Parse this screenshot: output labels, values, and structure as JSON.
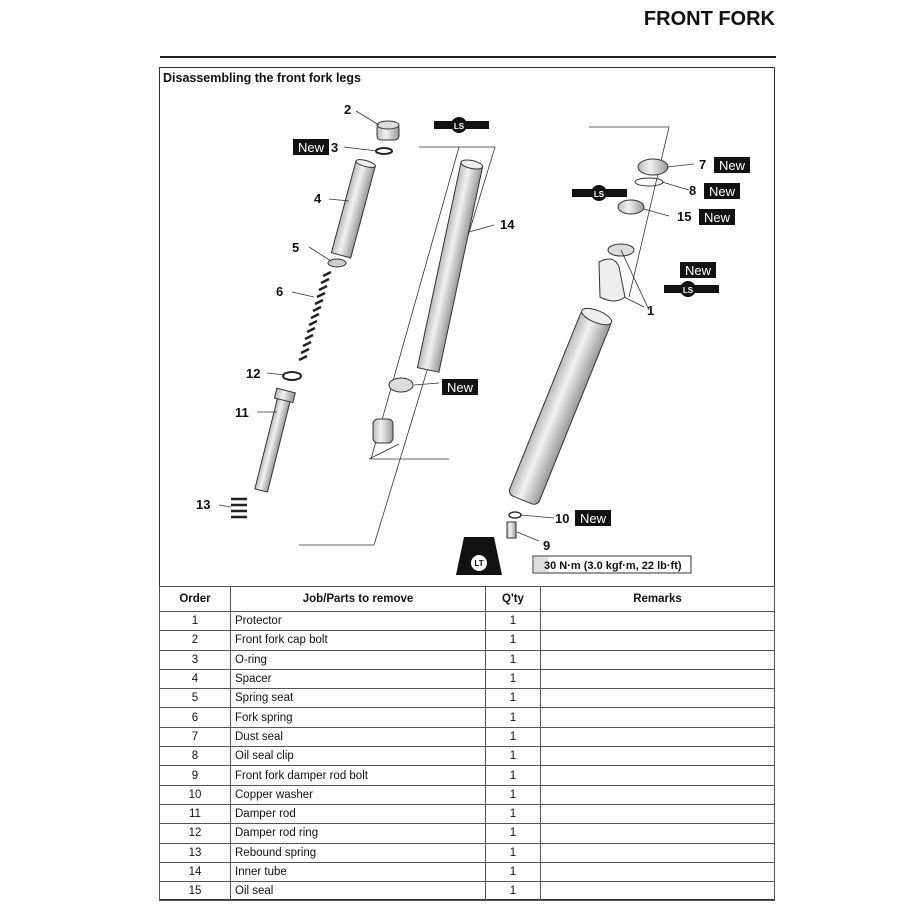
{
  "header": {
    "title": "FRONT FORK"
  },
  "section": {
    "title": "Disassembling the front fork legs"
  },
  "diagram": {
    "callouts": [
      "1",
      "2",
      "3",
      "4",
      "5",
      "6",
      "7",
      "8",
      "9",
      "10",
      "11",
      "12",
      "13",
      "14",
      "15"
    ],
    "new_badge": "New",
    "lubricant_symbol": "LS",
    "locktite_symbol": "LT",
    "torque": "30 N·m (3.0 kgf·m, 22 lb·ft)"
  },
  "table": {
    "headers": [
      "Order",
      "Job/Parts to remove",
      "Q'ty",
      "Remarks"
    ],
    "rows": [
      [
        "1",
        "Protector",
        "1",
        ""
      ],
      [
        "2",
        "Front fork cap bolt",
        "1",
        ""
      ],
      [
        "3",
        "O-ring",
        "1",
        ""
      ],
      [
        "4",
        "Spacer",
        "1",
        ""
      ],
      [
        "5",
        "Spring seat",
        "1",
        ""
      ],
      [
        "6",
        "Fork spring",
        "1",
        ""
      ],
      [
        "7",
        "Dust seal",
        "1",
        ""
      ],
      [
        "8",
        "Oil seal clip",
        "1",
        ""
      ],
      [
        "9",
        "Front fork damper rod bolt",
        "1",
        ""
      ],
      [
        "10",
        "Copper washer",
        "1",
        ""
      ],
      [
        "11",
        "Damper rod",
        "1",
        ""
      ],
      [
        "12",
        "Damper rod ring",
        "1",
        ""
      ],
      [
        "13",
        "Rebound spring",
        "1",
        ""
      ],
      [
        "14",
        "Inner tube",
        "1",
        ""
      ],
      [
        "15",
        "Oil seal",
        "1",
        ""
      ]
    ]
  }
}
